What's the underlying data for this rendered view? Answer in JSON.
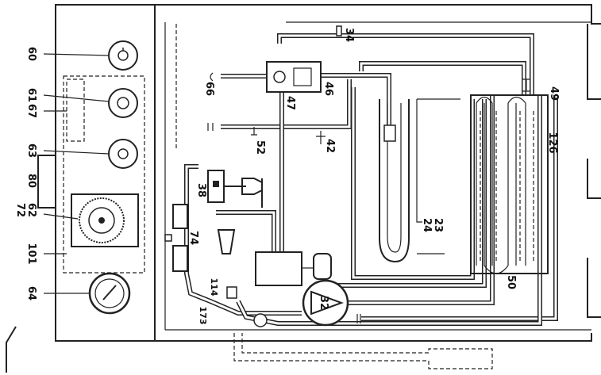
{
  "labels": {
    "l60": "60",
    "l61": "61",
    "l67": "67",
    "l63": "63",
    "l80": "80",
    "l62": "62",
    "l72": "72",
    "l101": "101",
    "l64": "64",
    "l66": "66",
    "l47": "47",
    "l46": "46",
    "l34": "34",
    "l52": "52",
    "l42": "42",
    "l38": "38",
    "l74": "74",
    "l114": "114",
    "l173": "173",
    "l32": "32",
    "l23": "23",
    "l24": "24",
    "l50": "50",
    "l49": "49",
    "l126": "126"
  }
}
